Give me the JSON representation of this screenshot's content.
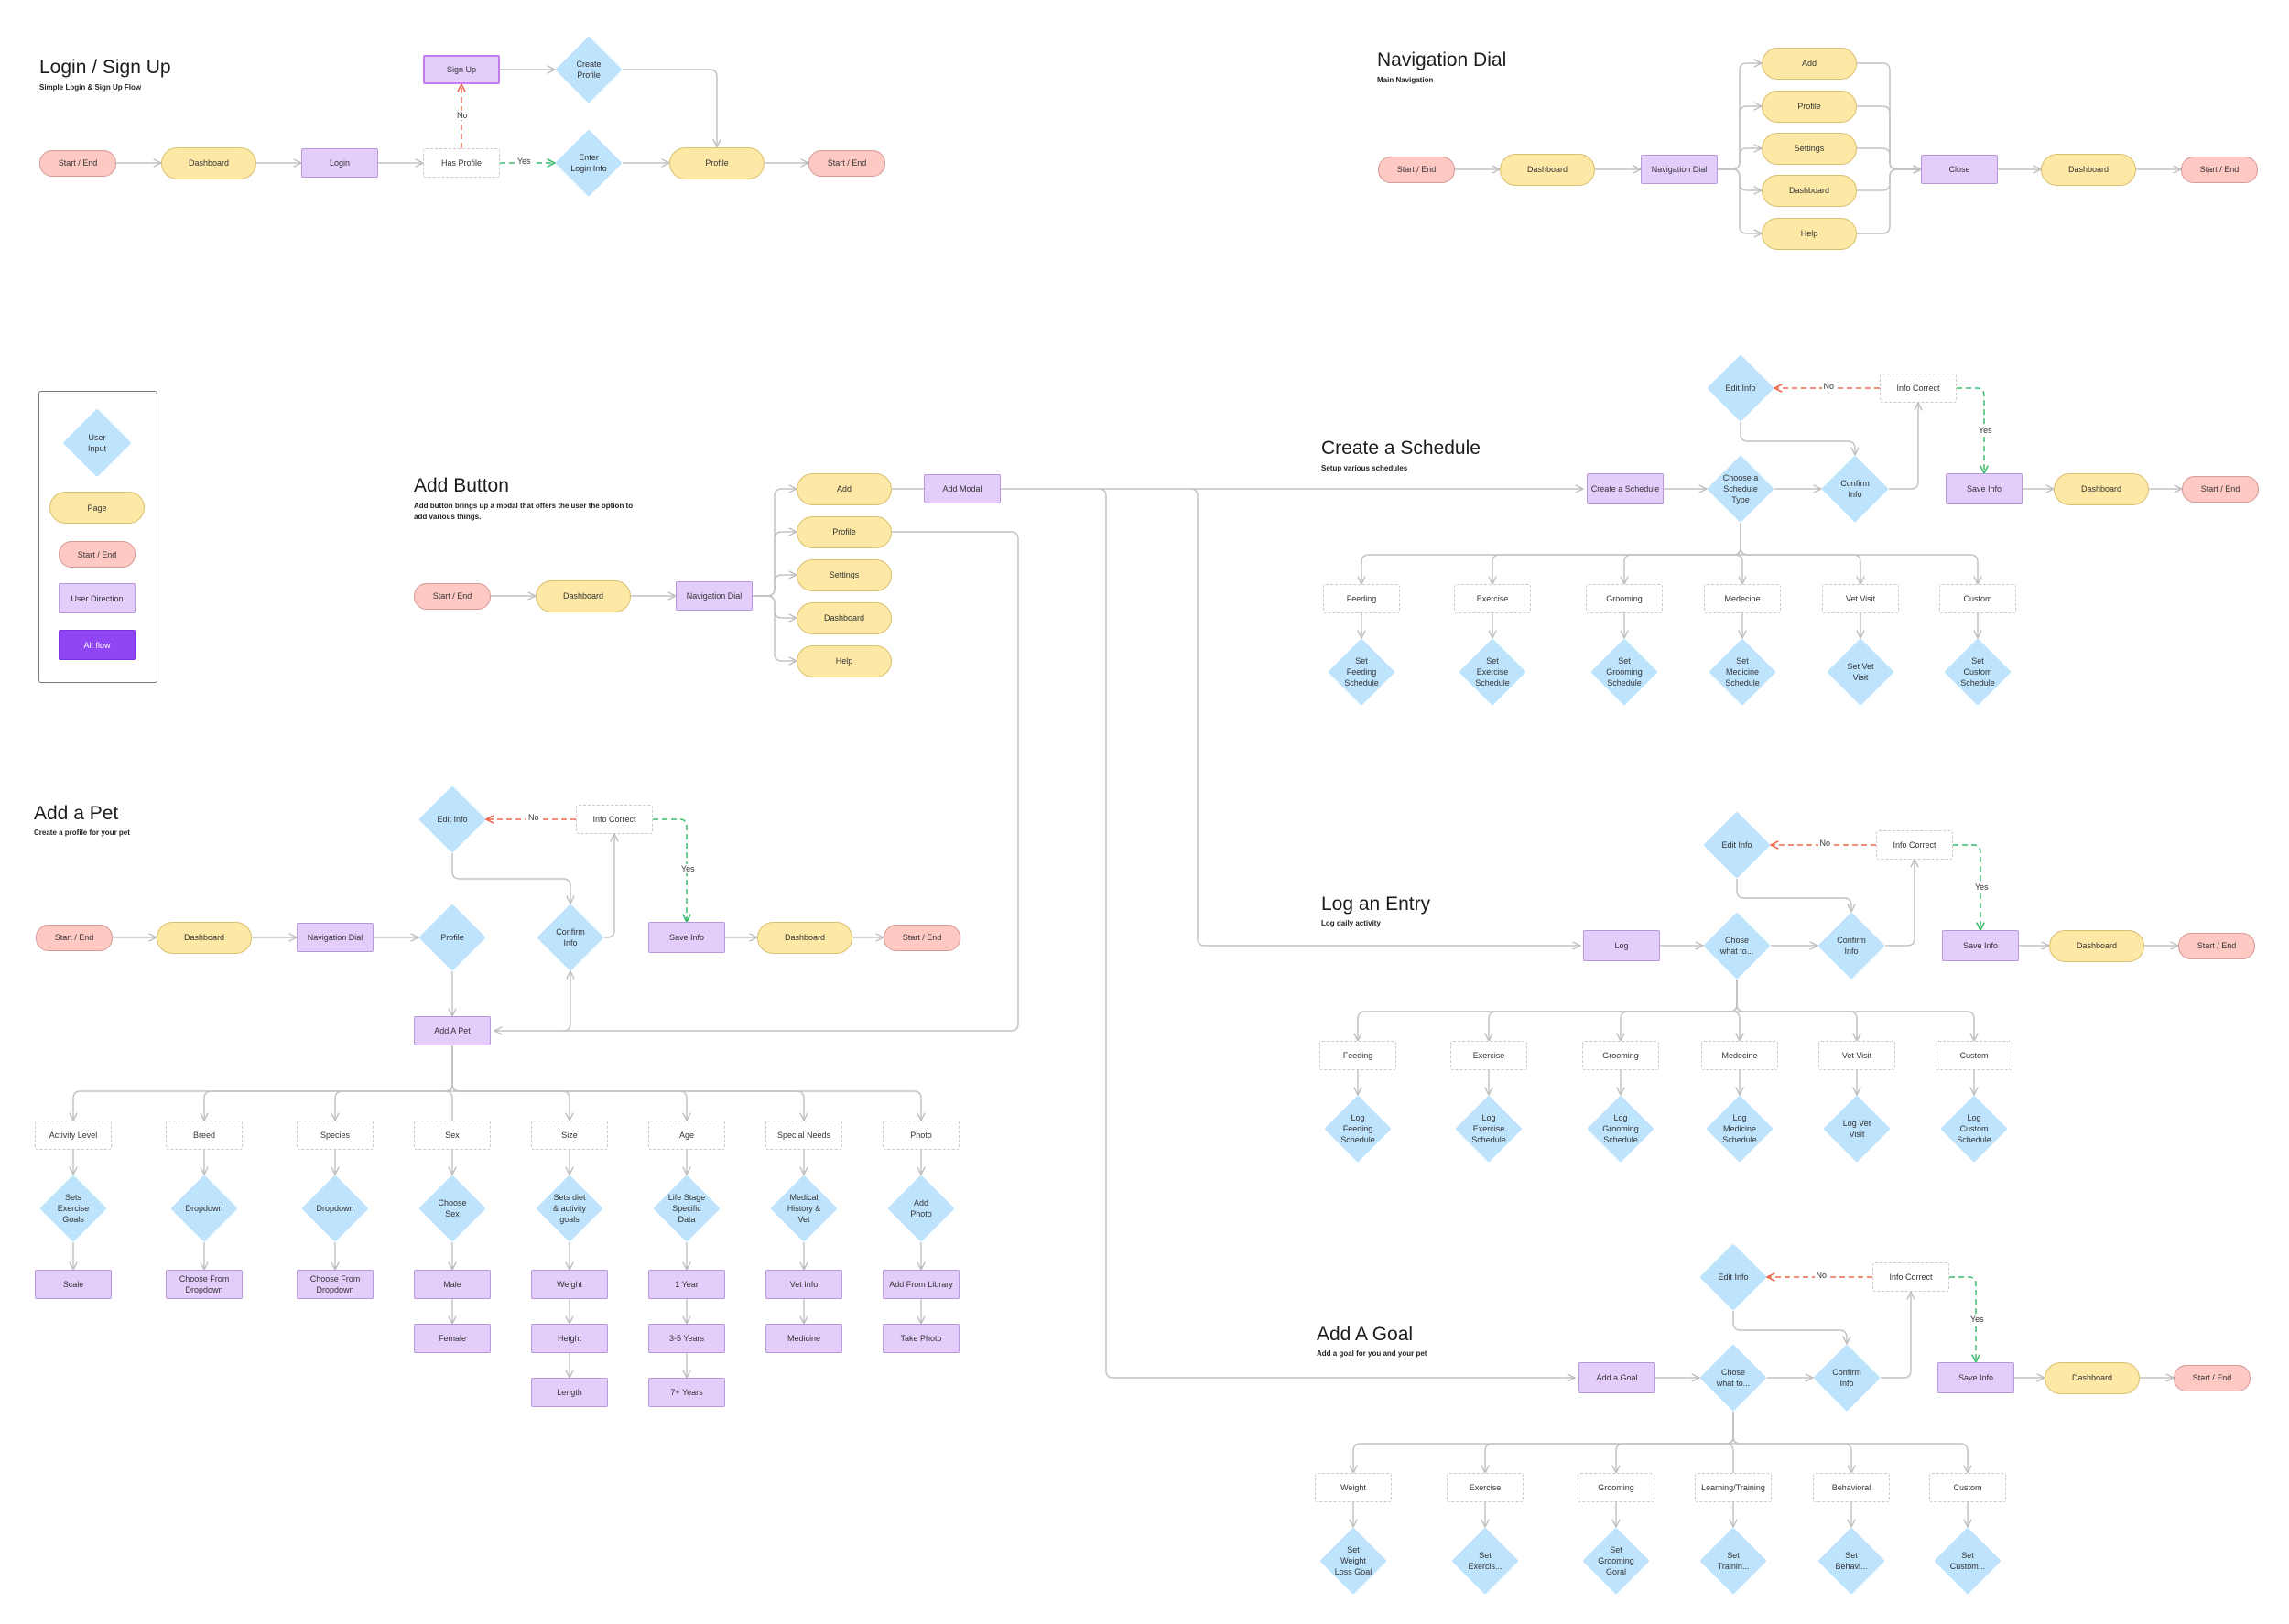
{
  "legend": {
    "user_input": "User\nInput",
    "page": "Page",
    "start_end": "Start / End",
    "user_direction": "User Direction",
    "alt_flow": "Alt flow"
  },
  "colors": {
    "page": "#fde8a6",
    "start_end": "#fec8c3",
    "user_direction": "#e3cdfb",
    "alt_flow": "#9146f5",
    "user_input": "#bee3fd",
    "yes_edge": "#3dbb6e",
    "no_edge": "#f0684e",
    "edge": "#c4c4c4"
  },
  "sections": {
    "login": {
      "title": "Login / Sign Up",
      "subtitle": "Simple Login & Sign Up Flow"
    },
    "nav_dial": {
      "title": "Navigation Dial",
      "subtitle": "Main Navigation"
    },
    "add_button": {
      "title": "Add Button",
      "subtitle": "Add button brings up a modal that offers the user the option to add various things."
    },
    "schedule": {
      "title": "Create a Schedule",
      "subtitle": "Setup various schedules"
    },
    "add_pet": {
      "title": "Add a Pet",
      "subtitle": "Create a profile for your pet"
    },
    "log_entry": {
      "title": "Log an Entry",
      "subtitle": "Log daily activity"
    },
    "add_goal": {
      "title": "Add A Goal",
      "subtitle": "Add a goal for you and your pet"
    }
  },
  "edge_labels": {
    "yes": "Yes",
    "no": "No"
  },
  "nodes": {
    "l_start": "Start / End",
    "l_dash": "Dashboard",
    "l_login": "Login",
    "l_has": "Has Profile",
    "l_signup": "Sign Up",
    "l_create": "Create\nProfile",
    "l_enter": "Enter\nLogin Info",
    "l_profile": "Profile",
    "l_end": "Start / End",
    "n_start": "Start / End",
    "n_dash": "Dashboard",
    "n_dial": "Navigation Dial",
    "n_add": "Add",
    "n_profile": "Profile",
    "n_settings": "Settings",
    "n_dash2": "Dashboard",
    "n_help": "Help",
    "n_close": "Close",
    "n_dash3": "Dashboard",
    "n_end": "Start / End",
    "b_start": "Start / End",
    "b_dash": "Dashboard",
    "b_dial": "Navigation Dial",
    "b_add": "Add",
    "b_profile": "Profile",
    "b_settings": "Settings",
    "b_dash2": "Dashboard",
    "b_help": "Help",
    "b_modal": "Add Modal",
    "s_create": "Create a Schedule",
    "s_choose": "Choose a\nSchedule\nType",
    "s_confirm": "Confirm\nInfo",
    "s_edit": "Edit Info",
    "s_correct": "Info Correct",
    "s_save": "Save Info",
    "s_dash": "Dashboard",
    "s_end": "Start / End",
    "s_q": [
      "Feeding",
      "Exercise",
      "Grooming",
      "Medecine",
      "Vet Visit",
      "Custom"
    ],
    "s_d": [
      "Set\nFeeding\nSchedule",
      "Set\nExercise\nSchedule",
      "Set\nGrooming\nSchedule",
      "Set\nMedicine\nSchedule",
      "Set Vet\nVisit",
      "Set\nCustom\nSchedule"
    ],
    "p_start": "Start / End",
    "p_dash": "Dashboard",
    "p_dial": "Navigation Dial",
    "p_profile": "Profile",
    "p_confirm": "Confirm\nInfo",
    "p_edit": "Edit Info",
    "p_correct": "Info Correct",
    "p_save": "Save Info",
    "p_dash2": "Dashboard",
    "p_end": "Start / End",
    "p_addpet": "Add A Pet",
    "p_q": [
      "Activity Level",
      "Breed",
      "Species",
      "Sex",
      "Size",
      "Age",
      "Special Needs",
      "Photo"
    ],
    "p_d": [
      "Sets\nExercise\nGoals",
      "Dropdown",
      "Dropdown",
      "Choose\nSex",
      "Sets diet\n& activity\ngoals",
      "Life Stage\nSpecific\nData",
      "Medical\nHistory &\nVet",
      "Add\nPhoto"
    ],
    "p_r1": [
      "Scale",
      "Choose From\nDropdown",
      "Choose From\nDropdown",
      "Male",
      "Weight",
      "1 Year",
      "Vet Info",
      "Add From Library"
    ],
    "p_r2": [
      "",
      "",
      "",
      "Female",
      "Height",
      "3-5 Years",
      "Medicine",
      "Take Photo"
    ],
    "p_r3": [
      "",
      "",
      "",
      "",
      "Length",
      "7+ Years",
      "",
      ""
    ],
    "e_log": "Log",
    "e_choose": "Chose\nwhat to...",
    "e_confirm": "Confirm\nInfo",
    "e_edit": "Edit Info",
    "e_correct": "Info Correct",
    "e_save": "Save Info",
    "e_dash": "Dashboard",
    "e_end": "Start / End",
    "e_q": [
      "Feeding",
      "Exercise",
      "Grooming",
      "Medecine",
      "Vet Visit",
      "Custom"
    ],
    "e_d": [
      "Log\nFeeding\nSchedule",
      "Log\nExercise\nSchedule",
      "Log\nGrooming\nSchedule",
      "Log\nMedicine\nSchedule",
      "Log Vet\nVisit",
      "Log\nCustom\nSchedule"
    ],
    "g_add": "Add a Goal",
    "g_choose": "Chose\nwhat to...",
    "g_confirm": "Confirm\nInfo",
    "g_edit": "Edit Info",
    "g_correct": "Info Correct",
    "g_save": "Save Info",
    "g_dash": "Dashboard",
    "g_end": "Start / End",
    "g_q": [
      "Weight",
      "Exercise",
      "Grooming",
      "Learning/Training",
      "Behavioral",
      "Custom"
    ],
    "g_d": [
      "Set\nWeight\nLoss Goal",
      "Set\nExercis...",
      "Set\nGrooming\nGoral",
      "Set\nTrainin...",
      "Set\nBehavi...",
      "Set\nCustom..."
    ]
  }
}
